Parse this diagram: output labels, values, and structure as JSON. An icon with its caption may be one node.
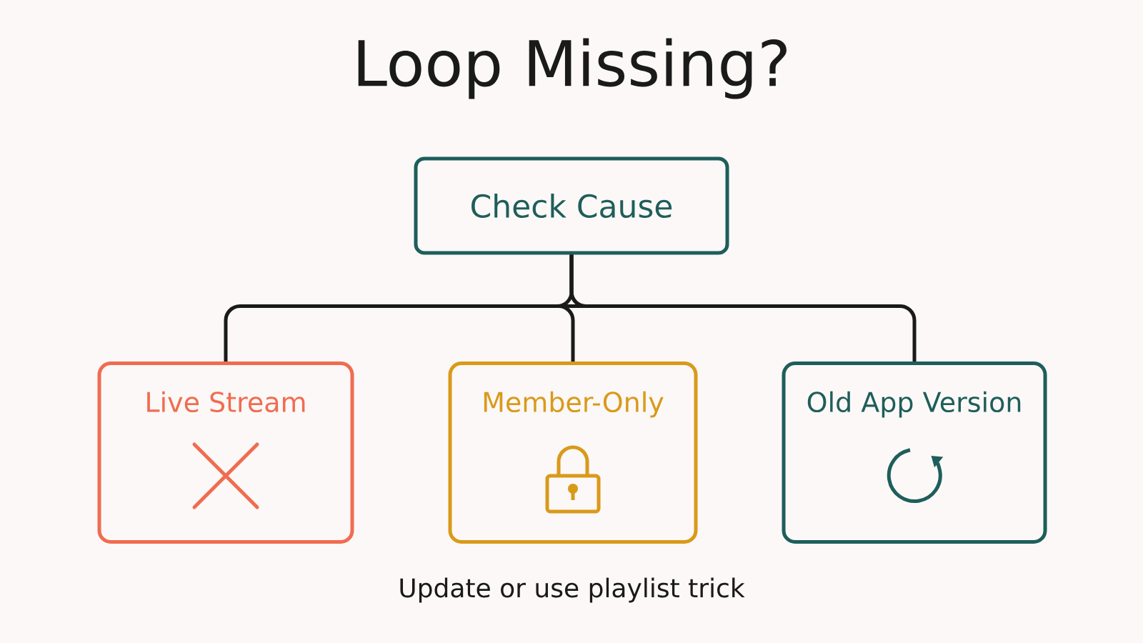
{
  "diagram": {
    "title": "Loop Missing?",
    "nodes": [
      {
        "text": [
          "Check Cause"
        ]
      },
      {
        "text": [
          "Live Stream"
        ]
      },
      {
        "text": [
          "Member-Only"
        ]
      },
      {
        "text": [
          "Old App Version"
        ]
      }
    ],
    "edges": [
      {
        "from": 0,
        "to": 1,
        "arrow": "none"
      },
      {
        "from": 0,
        "to": 2,
        "arrow": "none"
      },
      {
        "from": 0,
        "to": 3,
        "arrow": "none"
      }
    ],
    "caption": "Update or use playlist trick"
  }
}
